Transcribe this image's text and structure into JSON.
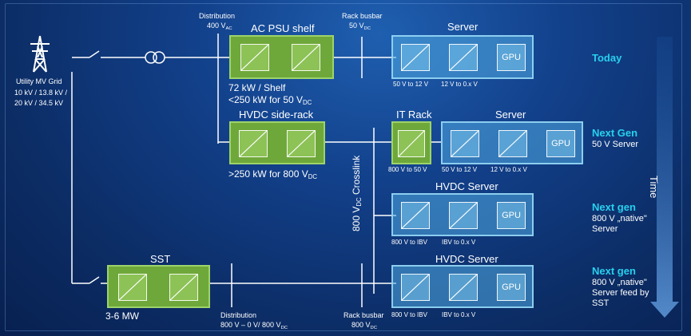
{
  "rows": [
    {
      "title": "Today",
      "subtitle": ""
    },
    {
      "title": "Next Gen",
      "subtitle": "50 V Server"
    },
    {
      "title": "Next gen",
      "subtitle": "800 V „native\" Server"
    },
    {
      "title": "Next gen",
      "subtitle": "800 V „native\" Server feed by SST"
    }
  ],
  "time_label": "Time",
  "grid": {
    "name": "Utility MV Grid",
    "voltages_1": "10 kV / 13.8 kV /",
    "voltages_2": "20 kV / 34.5 kV"
  },
  "labels": {
    "distribution_top": "Distribution",
    "distribution_top_v": "400 V",
    "distribution_top_v_sub": "AC",
    "ac_psu_shelf": "AC PSU shelf",
    "rack_busbar_top": "Rack busbar",
    "rack_busbar_top_v": "50 V",
    "rack_busbar_top_v_sub": "DC",
    "server_1": "Server",
    "shelf_power": "72 kW / Shelf",
    "shelf_limit": "<250 kW for 50 V",
    "shelf_limit_sub": "DC",
    "hvdc_side_rack": "HVDC side-rack",
    "side_rack_power": ">250 kW for 800 V",
    "side_rack_power_sub": "DC",
    "it_rack": "IT Rack",
    "server_2": "Server",
    "crosslink_pre": "800 V",
    "crosslink_sub": "DC",
    "crosslink_post": " Crosslink",
    "hvdc_server_3": "HVDC Server",
    "hvdc_server_4": "HVDC Server",
    "sst": "SST",
    "sst_power": "3-6 MW",
    "distribution_bottom": "Distribution",
    "distribution_bottom_v": "800 V – 0 V/ 800 V",
    "distribution_bottom_v_sub": "DC",
    "rack_busbar_bottom": "Rack busbar",
    "rack_busbar_bottom_v": "800 V",
    "rack_busbar_bottom_v_sub": "DC",
    "gpu": "GPU"
  },
  "conv_labels": {
    "r1_a": "50 V to 12 V",
    "r1_b": "12 V to 0.x V",
    "r2_it": "800 V to 50 V",
    "r2_a": "50 V to 12 V",
    "r2_b": "12 V to 0.x V",
    "r3_a": "800 V to IBV",
    "r3_b": "IBV to 0.x V",
    "r4_a": "800 V to IBV",
    "r4_b": "IBV to 0.x V"
  }
}
